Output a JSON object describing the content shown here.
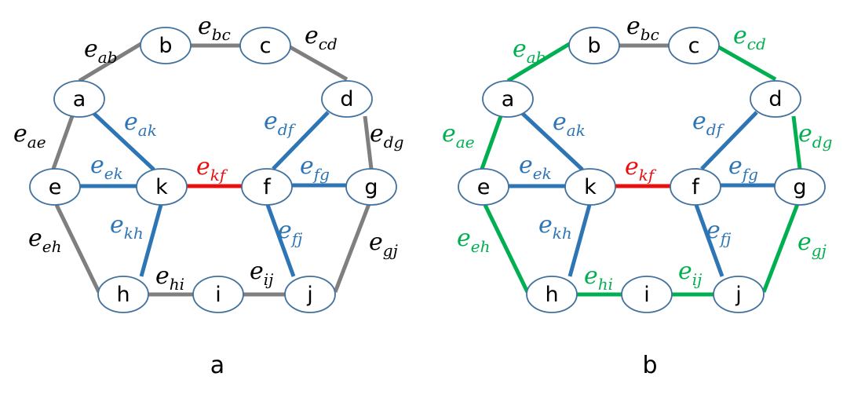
{
  "colors": {
    "node_stroke": "#41719c",
    "node_fill": "#ffffff",
    "gray": "#7f7f7f",
    "blue": "#2e75b6",
    "red": "#ea0e0e",
    "green": "#00b050",
    "label_black": "#000000",
    "label_blue": "#2e75b6",
    "label_red": "#ea0e0e",
    "label_green": "#00b050"
  },
  "nodes": [
    "a",
    "b",
    "c",
    "d",
    "e",
    "k",
    "f",
    "g",
    "h",
    "i",
    "j"
  ],
  "edges": [
    {
      "id": "ab",
      "from": "a",
      "to": "b",
      "label": "e",
      "sub": "ab",
      "kind": "outer"
    },
    {
      "id": "bc",
      "from": "b",
      "to": "c",
      "label": "e",
      "sub": "bc",
      "kind": "outer"
    },
    {
      "id": "cd",
      "from": "c",
      "to": "d",
      "label": "e",
      "sub": "cd",
      "kind": "outer"
    },
    {
      "id": "ae",
      "from": "a",
      "to": "e",
      "label": "e",
      "sub": "ae",
      "kind": "outer"
    },
    {
      "id": "dg",
      "from": "d",
      "to": "g",
      "label": "e",
      "sub": "dg",
      "kind": "outer"
    },
    {
      "id": "eh",
      "from": "e",
      "to": "h",
      "label": "e",
      "sub": "eh",
      "kind": "outer"
    },
    {
      "id": "gj",
      "from": "g",
      "to": "j",
      "label": "e",
      "sub": "gj",
      "kind": "outer"
    },
    {
      "id": "hi",
      "from": "h",
      "to": "i",
      "label": "e",
      "sub": "hi",
      "kind": "outer"
    },
    {
      "id": "ij",
      "from": "i",
      "to": "j",
      "label": "e",
      "sub": "ij",
      "kind": "outer"
    },
    {
      "id": "ak",
      "from": "a",
      "to": "k",
      "label": "e",
      "sub": "ak",
      "kind": "inner"
    },
    {
      "id": "ek",
      "from": "e",
      "to": "k",
      "label": "e",
      "sub": "ek",
      "kind": "inner"
    },
    {
      "id": "kh",
      "from": "k",
      "to": "h",
      "label": "e",
      "sub": "kh",
      "kind": "inner"
    },
    {
      "id": "df",
      "from": "d",
      "to": "f",
      "label": "e",
      "sub": "df",
      "kind": "inner"
    },
    {
      "id": "fg",
      "from": "f",
      "to": "g",
      "label": "e",
      "sub": "fg",
      "kind": "inner"
    },
    {
      "id": "fj",
      "from": "f",
      "to": "j",
      "label": "e",
      "sub": "fj",
      "kind": "inner"
    },
    {
      "id": "kf",
      "from": "k",
      "to": "f",
      "label": "e",
      "sub": "kf",
      "kind": "cut"
    }
  ],
  "panels": [
    {
      "id": "a",
      "caption": "a",
      "outer_edge_color": "gray",
      "outer_label_color": "label_black",
      "bc_edge_color": "gray",
      "bc_label_color": "label_black"
    },
    {
      "id": "b",
      "caption": "b",
      "outer_edge_color": "green",
      "outer_label_color": "label_green",
      "bc_edge_color": "gray",
      "bc_label_color": "label_black"
    }
  ]
}
